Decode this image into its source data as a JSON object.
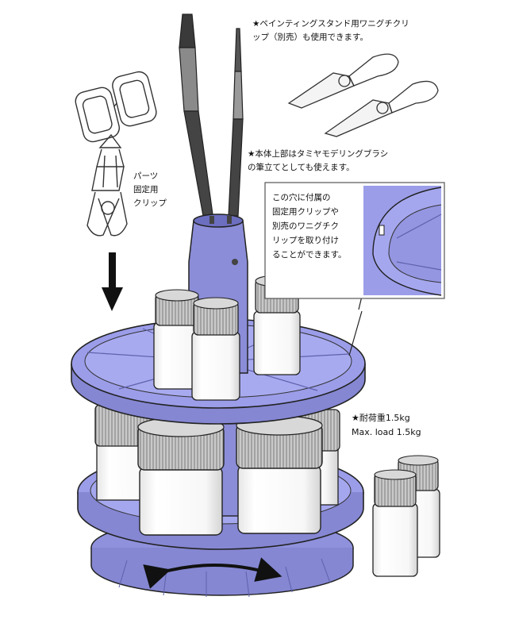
{
  "annotations": {
    "painting_stand_clip": [
      "★ペインティングスタンド用ワニグチクリ",
      "ップ（別売）も使用できます。"
    ],
    "brush_holder": [
      "★本体上部はタミヤモデリングブラシ",
      "の筆立てとしても使えます。"
    ],
    "parts_clip": [
      "パーツ",
      "固定用",
      "クリップ"
    ],
    "clip_hole": [
      "この穴に付属の",
      "固定用クリップや",
      "別売のワニグチク",
      "リップを取り付け",
      "ることができます。"
    ],
    "max_load": [
      "★耐荷重1.5kg",
      "Max. load 1.5kg"
    ]
  },
  "colors": {
    "stand": "#9b9de9",
    "stand_dark": "#7a7cc9",
    "outline": "#222222",
    "cap": "#bfbfbf"
  },
  "icons": [
    "parts-clip-icon",
    "alligator-clip-icon",
    "paint-brush-icon",
    "down-arrow-icon",
    "rotate-arrow-icon",
    "paint-jar-icon"
  ]
}
